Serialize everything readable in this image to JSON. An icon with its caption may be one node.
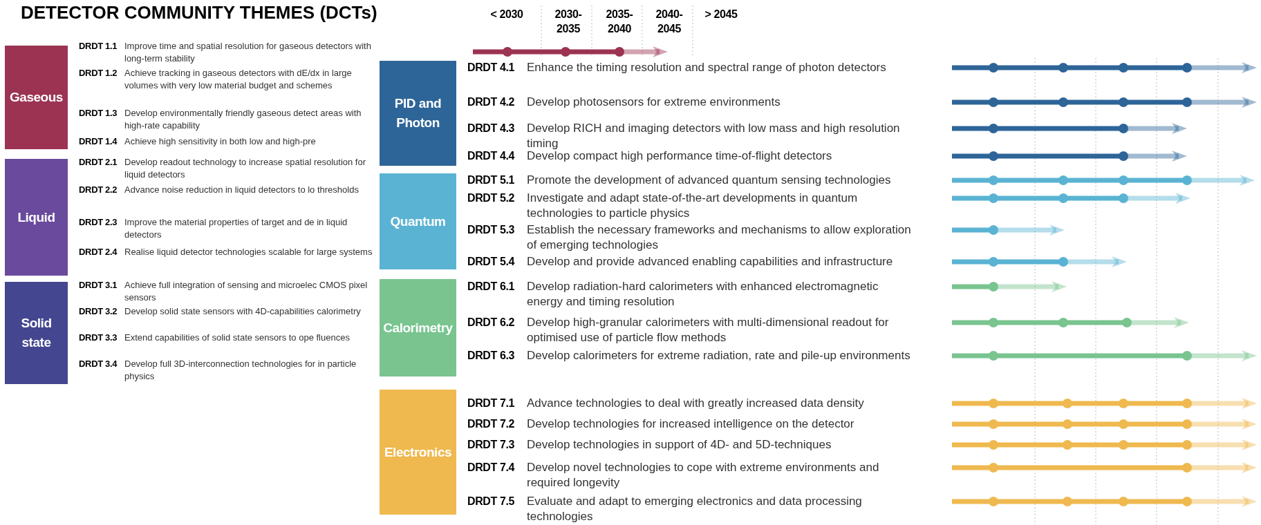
{
  "diagram": {
    "title": "DETECTOR COMMUNITY THEMES (DCTs)",
    "nodes": [
      {
        "text": [
          "Gaseous"
        ]
      },
      {
        "text": [
          "Liquid"
        ]
      },
      {
        "text": [
          "Solid state"
        ]
      },
      {
        "text": [
          "PID and Photon"
        ]
      },
      {
        "text": [
          "Quantum"
        ]
      },
      {
        "text": [
          "Calorimetry"
        ]
      },
      {
        "text": [
          "Electronics"
        ]
      }
    ],
    "labels": [
      "< 2030",
      "2030- 2035",
      "2035- 2040",
      "2040- 2045",
      "> 2045",
      "DRDT 1.1",
      "Improve time and spatial resolution for gaseous detectors with long-term stability",
      "DRDT 1.2",
      "Achieve tracking in gaseous detectors with dE/dx in large volumes with very low material budget and schemes",
      "DRDT 1.3",
      "Develop environmentally friendly gaseous detect areas with high-rate capability",
      "DRDT 1.4",
      "Achieve high sensitivity in both low and high-pre",
      "DRDT 2.1",
      "Develop readout technology to increase spatial resolution for liquid detectors",
      "DRDT 2.2",
      "Advance noise reduction in liquid detectors to lo thresholds",
      "DRDT 2.3",
      "Improve the material properties of target and de in liquid detectors",
      "DRDT 2.4",
      "Realise liquid detector technologies scalable for large systems",
      "DRDT 3.1",
      "Achieve full integration of sensing and microelec CMOS pixel sensors",
      "DRDT 3.2",
      "Develop solid state sensors with 4D-capabilities calorimetry",
      "DRDT 3.3",
      "Extend capabilities of solid state sensors to ope fluences",
      "DRDT 3.4",
      "Develop full 3D-interconnection technologies for in particle physics",
      "DRDT 4.1",
      "Enhance the timing resolution and spectral range of photon detectors",
      "DRDT 4.2",
      "Develop photosensors for extreme environments",
      "DRDT 4.3",
      "Develop RICH and imaging detectors with low mass and high resolution timing",
      "DRDT 4.4",
      "Develop compact high performance time-of-flight detectors",
      "DRDT 5.1",
      "Promote the development of advanced quantum sensing technologies",
      "DRDT 5.2",
      "Investigate and adapt state-of-the-art developments in quantum technologies to particle physics",
      "DRDT 5.3",
      "Establish the necessary frameworks and mechanisms to allow exploration of emerging technologies",
      "DRDT 5.4",
      "Develop and provide advanced enabling capabilities and infrastructure",
      "DRDT 6.1",
      "Develop radiation-hard calorimeters with enhanced electromagnetic energy and timing resolution",
      "DRDT 6.2",
      "Develop high-granular calorimeters with multi-dimensional readout for optimised use of particle flow methods",
      "DRDT 6.3",
      "Develop calorimeters for extreme radiation, rate and pile-up environments",
      "DRDT 7.1",
      "Advance technologies to deal with greatly increased data density",
      "DRDT 7.2",
      "Develop technologies for increased intelligence on the detector",
      "DRDT 7.3",
      "Develop technologies in support of 4D- and 5D-techniques",
      "DRDT 7.4",
      "Develop novel technologies to cope with extreme environments and required longevity",
      "DRDT 7.5",
      "Evaluate and adapt to emerging electronics and data processing technologies"
    ]
  }
}
